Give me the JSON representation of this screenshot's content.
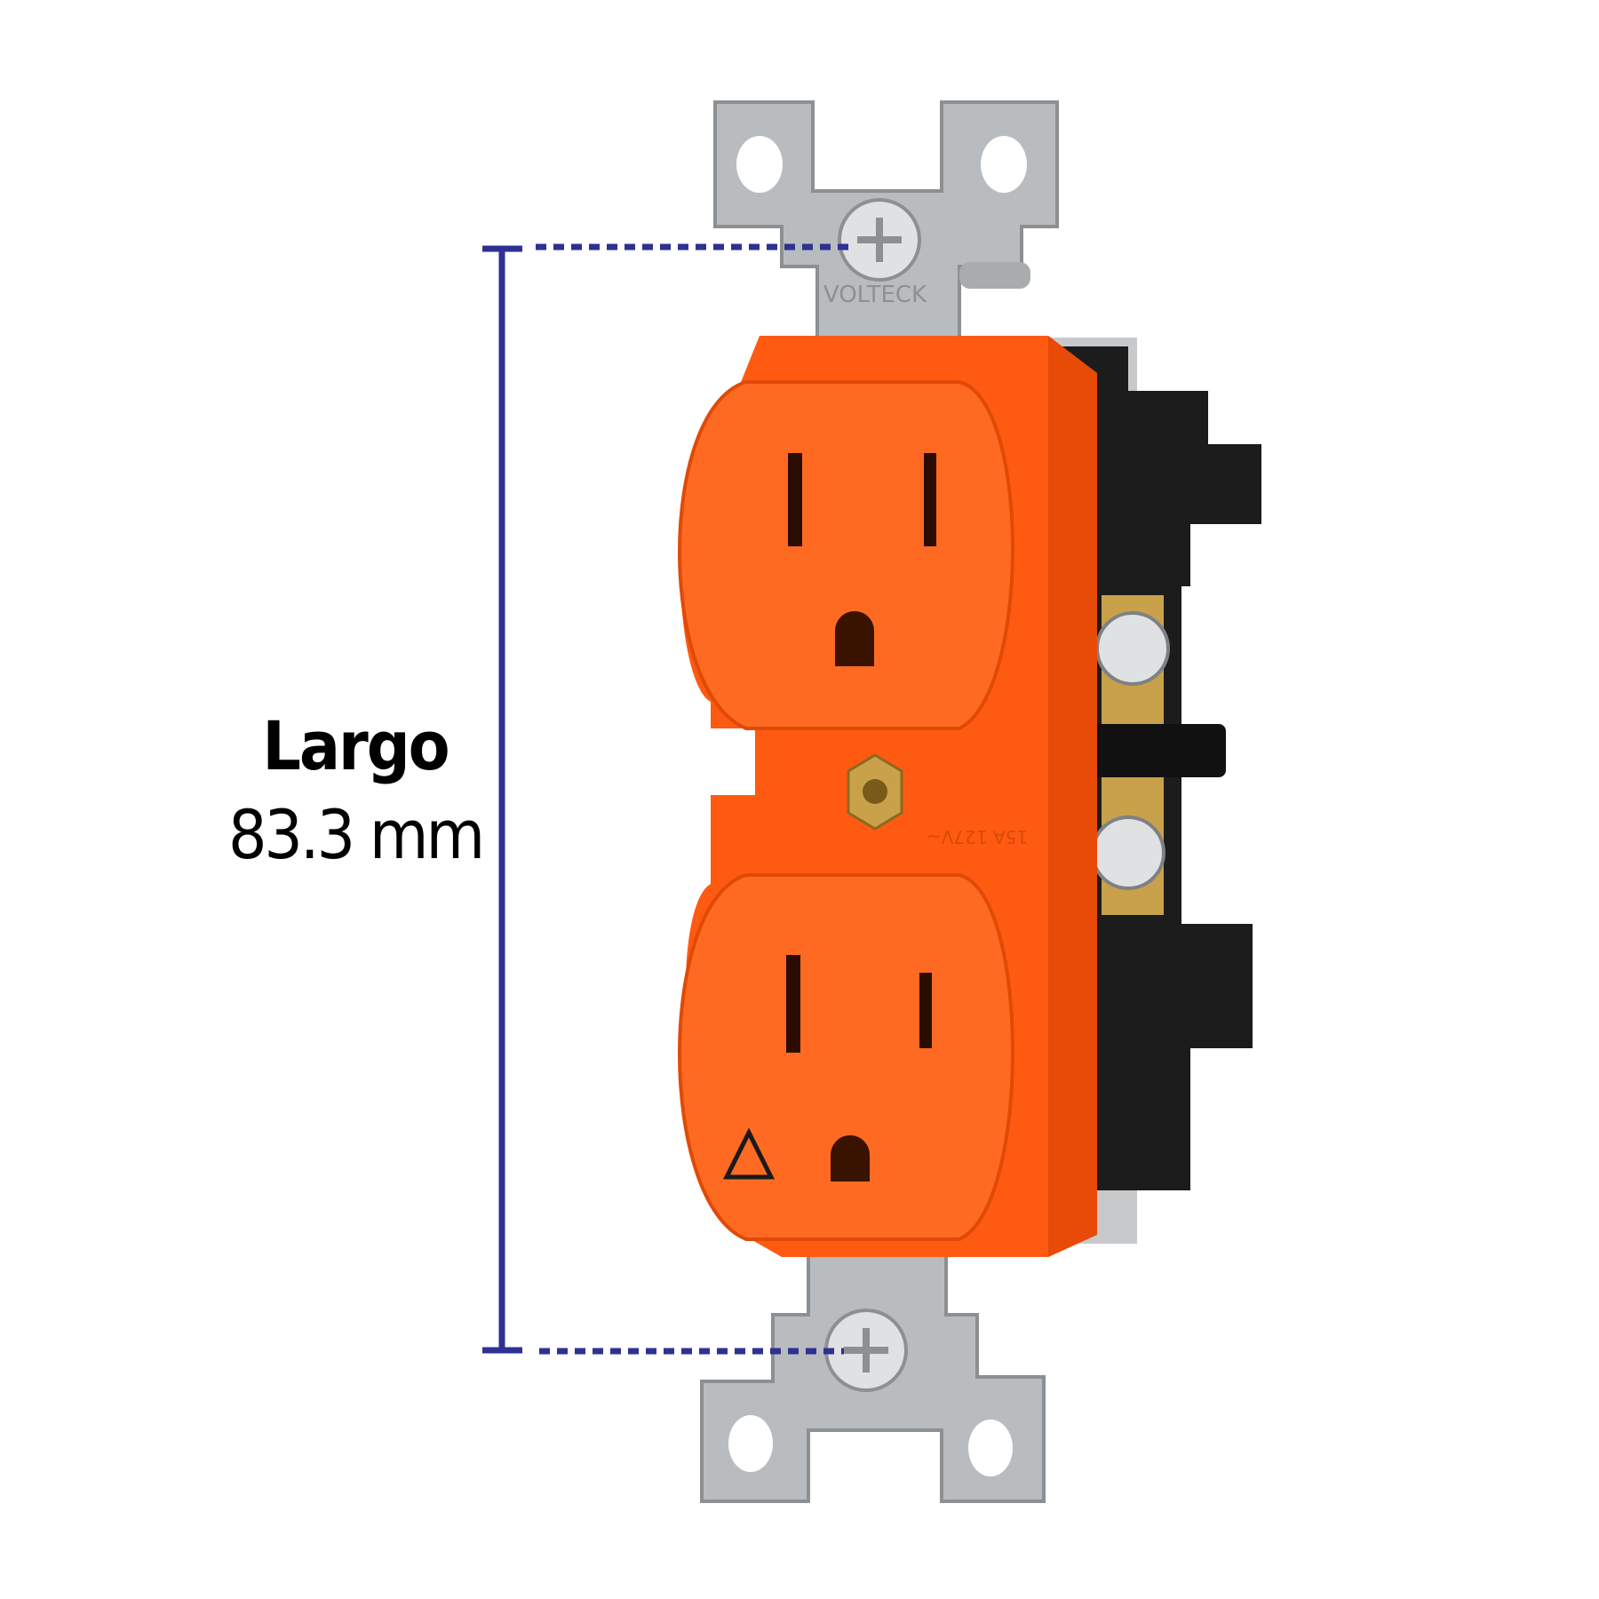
{
  "dimension": {
    "title": "Largo",
    "value": "83.3 mm"
  },
  "product": {
    "brand_emboss": "VOLTECK",
    "rating_emboss": "15A 127V~",
    "colors": {
      "body": "#ff5a12",
      "body_shade": "#e84a08",
      "side": "#1c1c1c",
      "metal": "#b9bcbf",
      "brass": "#c9a14a",
      "dimension_line": "#2e3192"
    }
  }
}
